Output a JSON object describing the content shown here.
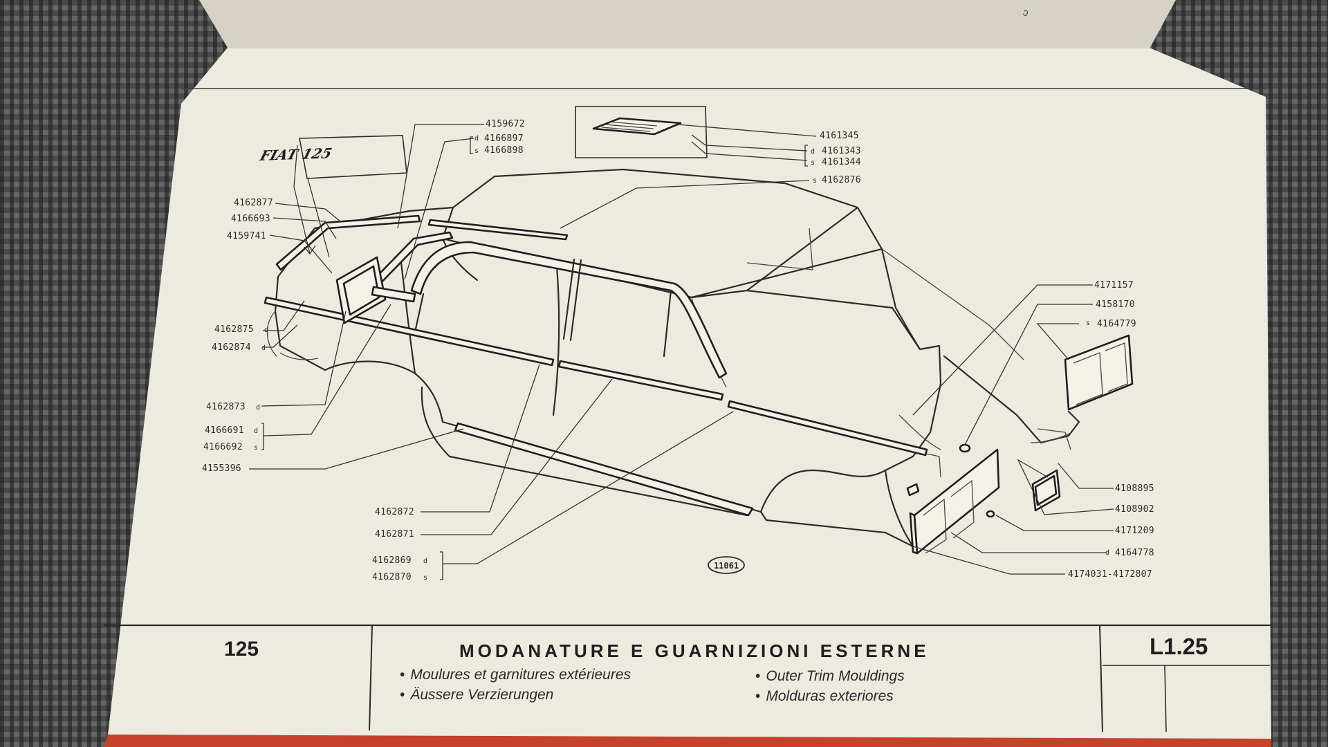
{
  "diagram_number": "11061",
  "logo_text": "FIAT 125",
  "part_labels": {
    "p4159672": "4159672",
    "p4166897": "4166897",
    "p4166898": "4166898",
    "p4161345": "4161345",
    "p4161343": "4161343",
    "p4161344": "4161344",
    "p4162876": "4162876",
    "p4162877": "4162877",
    "p4166693": "4166693",
    "p4159741": "4159741",
    "p4162875": "4162875",
    "p4162874": "4162874",
    "p4162873": "4162873",
    "p4166691": "4166691",
    "p4166692": "4166692",
    "p4155396": "4155396",
    "p4162872": "4162872",
    "p4162871": "4162871",
    "p4162869": "4162869",
    "p4162870": "4162870",
    "p4171157": "4171157",
    "p4158170": "4158170",
    "p4164779": "4164779",
    "p4108895": "4108895",
    "p4108902": "4108902",
    "p4171209": "4171209",
    "p4164778": "4164778",
    "p4174031": "4174031-4172807"
  },
  "side_markers": {
    "right": "d",
    "left": "s"
  },
  "footer": {
    "model": "125",
    "title": "MODANATURE E GUARNIZIONI ESTERNE",
    "code": "L1.25",
    "bullet": "•",
    "subtitles": {
      "fr": "Moulures et garnitures extérieures",
      "de": "Äussere Verzierungen",
      "en": "Outer Trim Mouldings",
      "es": "Molduras exteriores"
    }
  }
}
